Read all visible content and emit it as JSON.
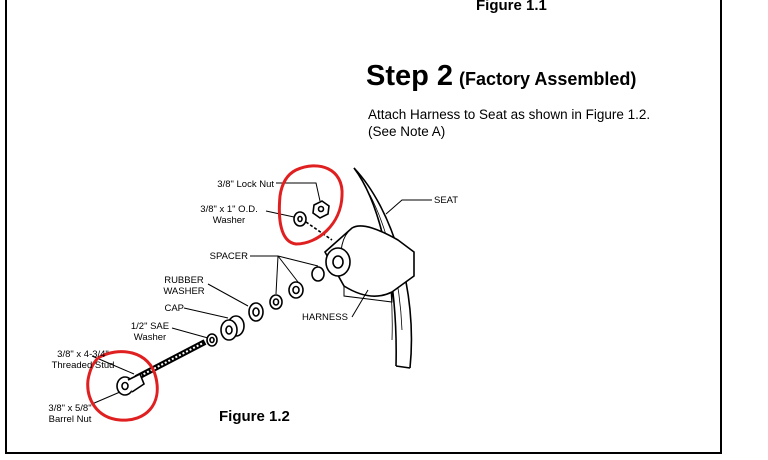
{
  "figure_top": {
    "caption": "Figure 1.1"
  },
  "step": {
    "title": "Step 2",
    "subtitle": "(Factory Assembled)",
    "instruction_line1": "Attach Harness to Seat as shown in Figure 1.2.",
    "instruction_line2": "(See Note A)"
  },
  "parts": {
    "lock_nut": "3/8\" Lock Nut",
    "washer_od_line1": "3/8\" x 1\" O.D.",
    "washer_od_line2": "Washer",
    "seat": "SEAT",
    "spacer": "SPACER",
    "rubber_washer_line1": "RUBBER",
    "rubber_washer_line2": "WASHER",
    "cap": "CAP",
    "sae_washer_line1": "1/2\" SAE",
    "sae_washer_line2": "Washer",
    "harness": "HARNESS",
    "stud_line1": "3/8\" x 4-3/4\"",
    "stud_line2": "Threaded Stud",
    "barrel_nut_line1": "3/8\" x 5/8\"",
    "barrel_nut_line2": "Barrel Nut"
  },
  "figure_bottom": {
    "caption": "Figure 1.2"
  },
  "colors": {
    "annotation_circle": "#e02020",
    "line_art": "#000000"
  }
}
